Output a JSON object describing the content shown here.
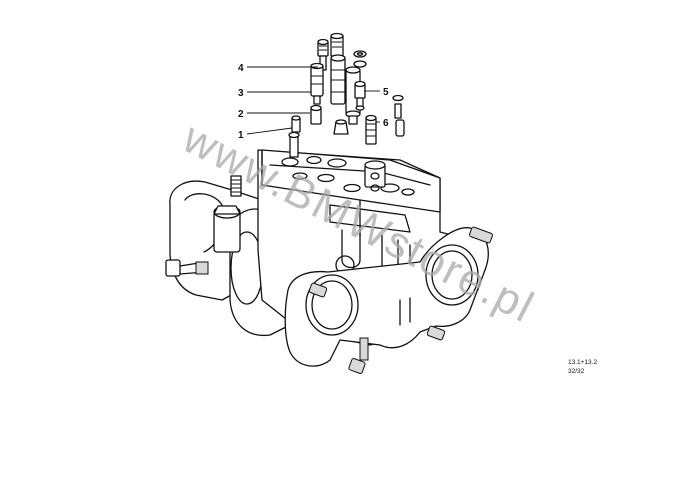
{
  "callouts": [
    {
      "number": "4"
    },
    {
      "number": "3"
    },
    {
      "number": "2"
    },
    {
      "number": "1"
    },
    {
      "number": "5"
    },
    {
      "number": "6"
    }
  ],
  "reference": {
    "line1": "13.1+13.2",
    "line2": "32/32"
  },
  "watermark": {
    "text": "www.BMWstore.pl"
  }
}
